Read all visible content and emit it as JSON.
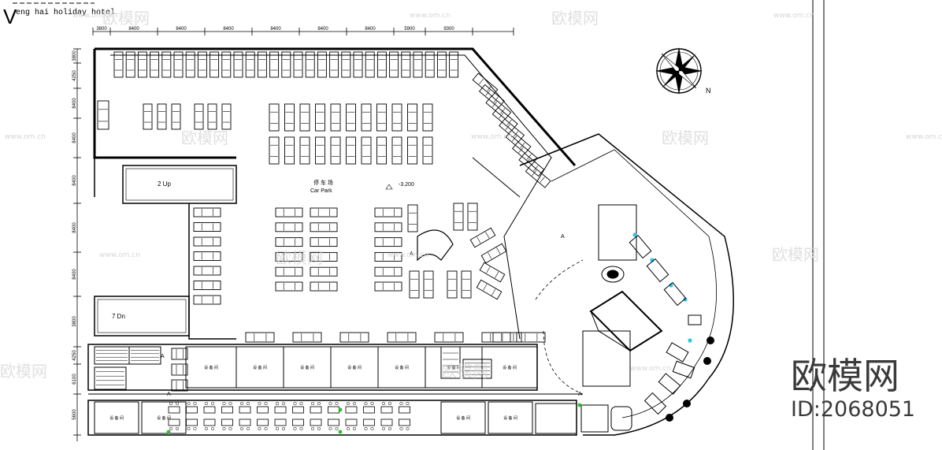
{
  "drawing": {
    "title_line": "eng  hai  holiday  hotel",
    "title_prefix": "V"
  },
  "dimensions": {
    "top": [
      "3800",
      "8400",
      "8400",
      "8400",
      "8400",
      "8400",
      "8400",
      "5900",
      "9300"
    ],
    "left": [
      "3800",
      "4250",
      "8400",
      "8400",
      "8400",
      "8400",
      "8400",
      "3800",
      "4250",
      "6100",
      "5600"
    ]
  },
  "labels": {
    "car_park_cn": "停 车 场",
    "car_park_en": "Car Park",
    "level": "-3.200",
    "ramp_upper": "2 Up",
    "ramp_lower": "7 Dn",
    "north": "N",
    "mark_a": "A",
    "small_room": "设 备 间"
  },
  "watermark": {
    "brand_cn": "欧模网",
    "site": "www.om.cn",
    "big_brand": "欧模网",
    "id_text": "ID:2068051"
  },
  "colors": {
    "line": "#000000",
    "watermark": "#d6d6d6",
    "big_watermark": "#3a3a3a",
    "accent_cyan": "#29c6e8",
    "accent_green": "#2dbb2d"
  }
}
